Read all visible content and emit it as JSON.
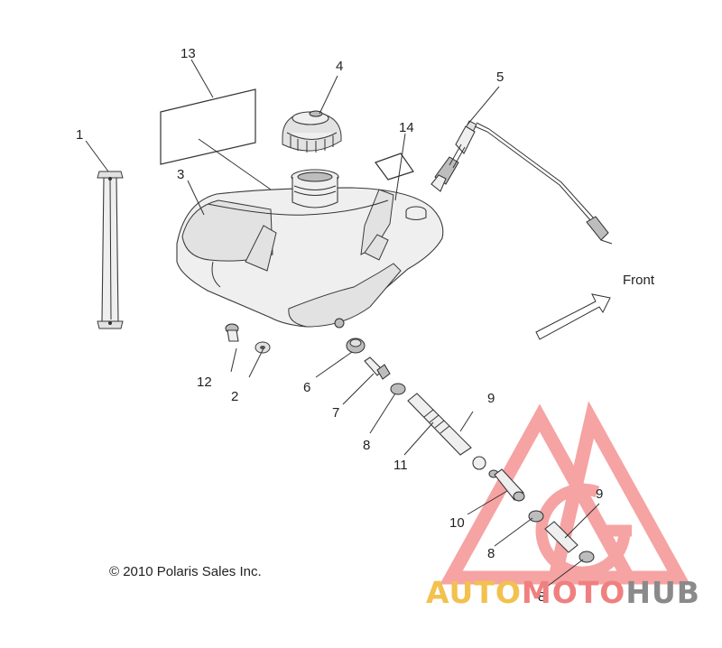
{
  "callouts": [
    {
      "id": "1",
      "label": "1"
    },
    {
      "id": "2",
      "label": "2"
    },
    {
      "id": "3",
      "label": "3"
    },
    {
      "id": "4",
      "label": "4"
    },
    {
      "id": "5",
      "label": "5"
    },
    {
      "id": "6",
      "label": "6"
    },
    {
      "id": "7",
      "label": "7"
    },
    {
      "id": "8a",
      "label": "8"
    },
    {
      "id": "8b",
      "label": "8"
    },
    {
      "id": "8c",
      "label": "8"
    },
    {
      "id": "9a",
      "label": "9"
    },
    {
      "id": "9b",
      "label": "9"
    },
    {
      "id": "10",
      "label": "10"
    },
    {
      "id": "11",
      "label": "11"
    },
    {
      "id": "12",
      "label": "12"
    },
    {
      "id": "13",
      "label": "13"
    },
    {
      "id": "14",
      "label": "14"
    }
  ],
  "front_label": "Front",
  "copyright": "© 2010 Polaris Sales Inc.",
  "watermark": {
    "word_1": "AUTO",
    "word_2": "MOTO",
    "word_3": "HUB",
    "color_1": "#f2c14e",
    "color_2": "#f08080",
    "color_3": "#8a8a8a",
    "logo_color": "#f26b6b"
  }
}
